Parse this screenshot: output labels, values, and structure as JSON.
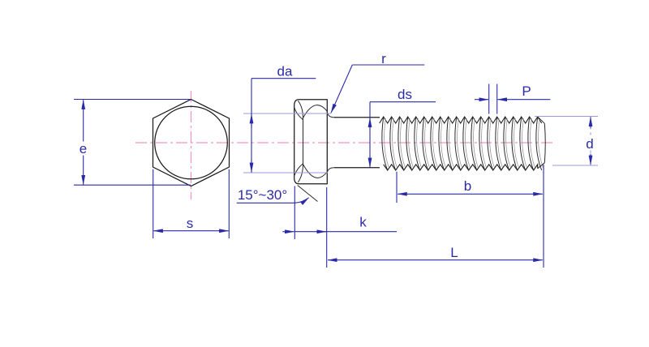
{
  "drawing": {
    "type": "technical-dimension-drawing",
    "subject": "hex-head-bolt",
    "labels": {
      "e": "e",
      "s": "s",
      "da": "da",
      "r": "r",
      "ds": "ds",
      "P": "P",
      "d": "d",
      "b": "b",
      "k": "k",
      "L": "L",
      "chamfer_angle": "15°~30°"
    },
    "colors": {
      "dimension_blue": "#2a2aa8",
      "dimension_light_blue": "#9a9ada",
      "centerline_pink": "#f093c8",
      "outline_black": "#1b1b1b",
      "background": "#ffffff"
    }
  }
}
